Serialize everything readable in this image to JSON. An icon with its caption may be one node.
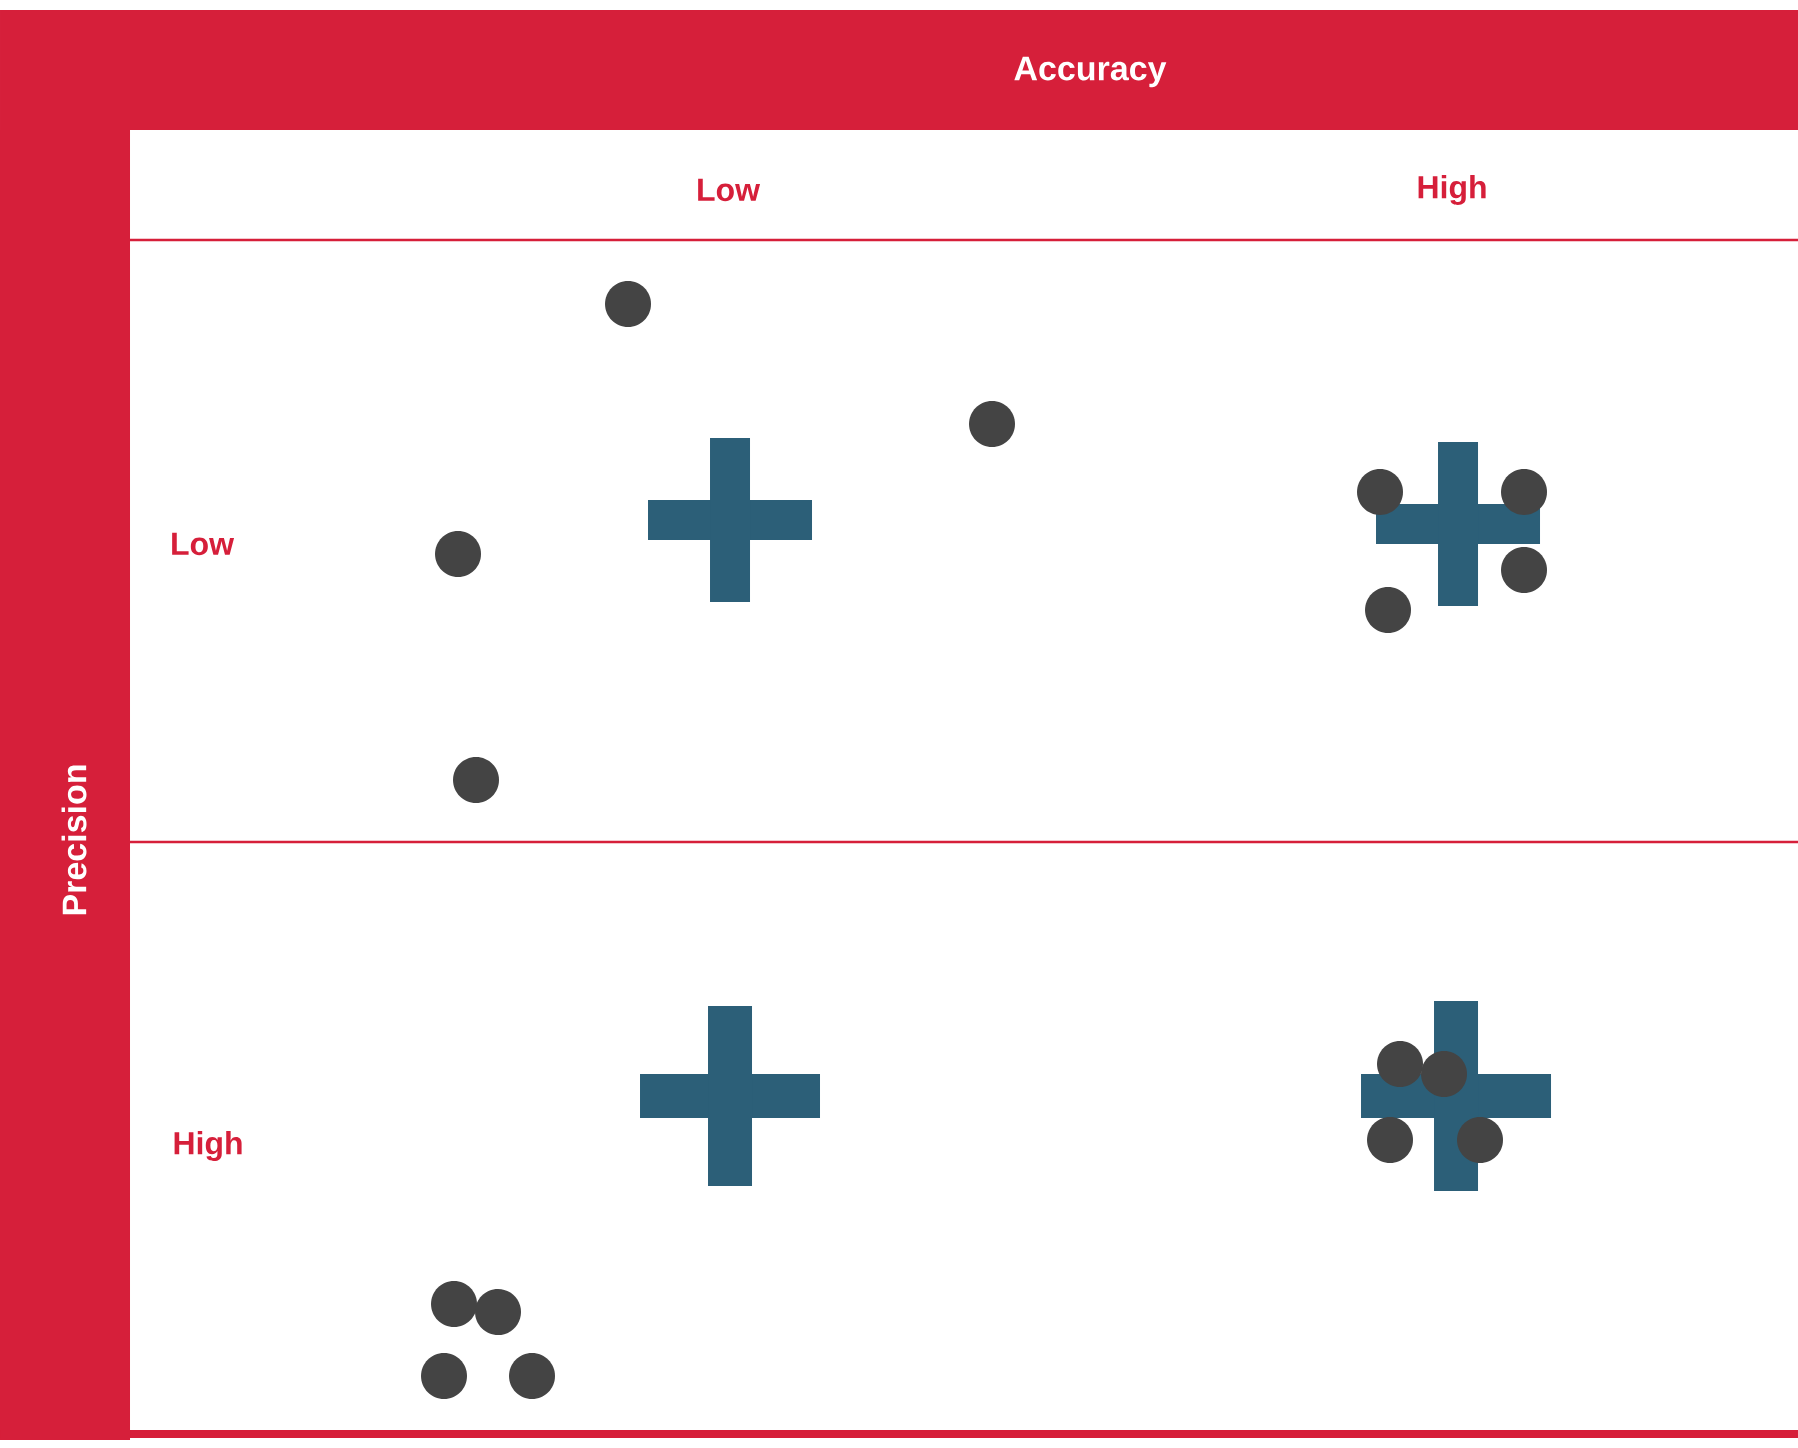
{
  "diagram": {
    "labels": [
      "Accuracy",
      "Low",
      "High",
      "Precision",
      "Low",
      "High"
    ]
  }
}
